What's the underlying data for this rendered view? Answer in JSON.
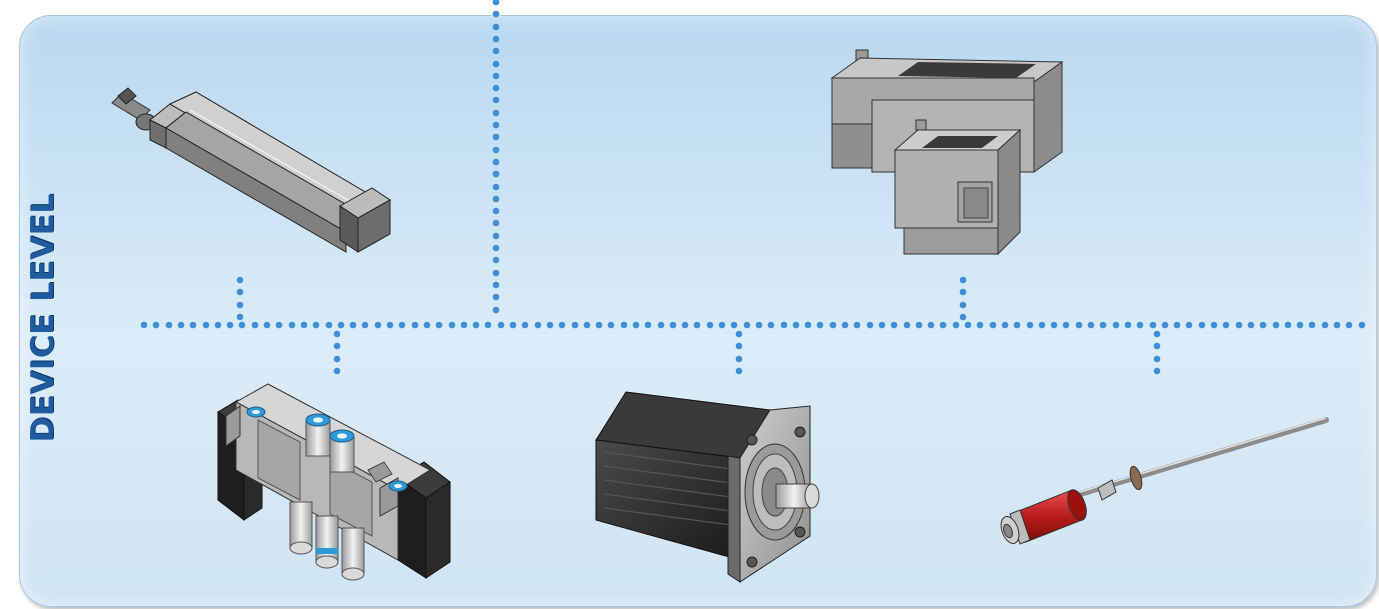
{
  "diagram": {
    "level_label": "DEVICE LEVEL",
    "devices": [
      {
        "name": "pneumatic-cylinder",
        "icon": "pneumatic-cylinder-icon"
      },
      {
        "name": "plc-controller",
        "icon": "plc-icon"
      },
      {
        "name": "solenoid-valve",
        "icon": "solenoid-valve-icon"
      },
      {
        "name": "servo-motor",
        "icon": "servo-motor-icon"
      },
      {
        "name": "linear-position-sensor",
        "icon": "position-sensor-icon"
      }
    ],
    "colors": {
      "panel": "#cfe4f4",
      "connector_dots": "#3d8fd6",
      "label": "#1f5b9e"
    }
  }
}
